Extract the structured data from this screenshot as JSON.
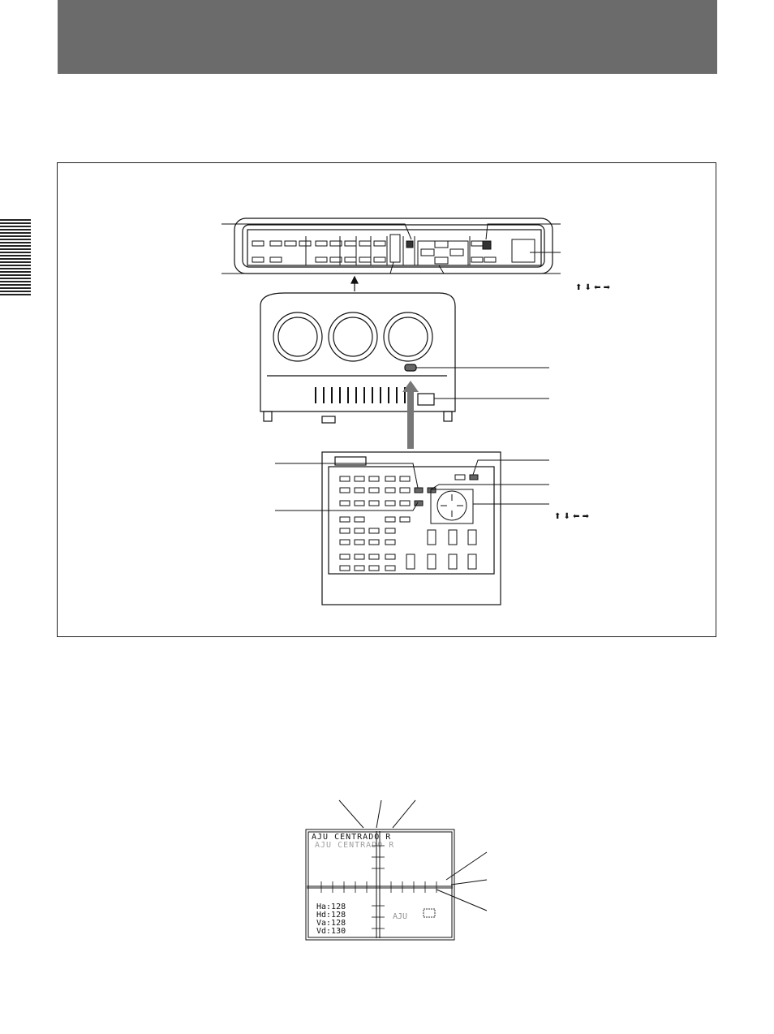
{
  "page": {
    "header_band_color": "#6b6b6b",
    "side_tab_color": "#222222"
  },
  "projector_figure": {
    "arrow_keys_label_top": "⬆ ⬇ ⬅ ➡",
    "arrow_keys_label_bottom": "⬆ ⬇ ⬅ ➡"
  },
  "screen_figure": {
    "osd_title": "AJU CENTRADO R",
    "osd_values": [
      "Ha:128",
      "Hd:128",
      "Va:128",
      "Vd:130"
    ],
    "osd_side_label": "AJU"
  }
}
